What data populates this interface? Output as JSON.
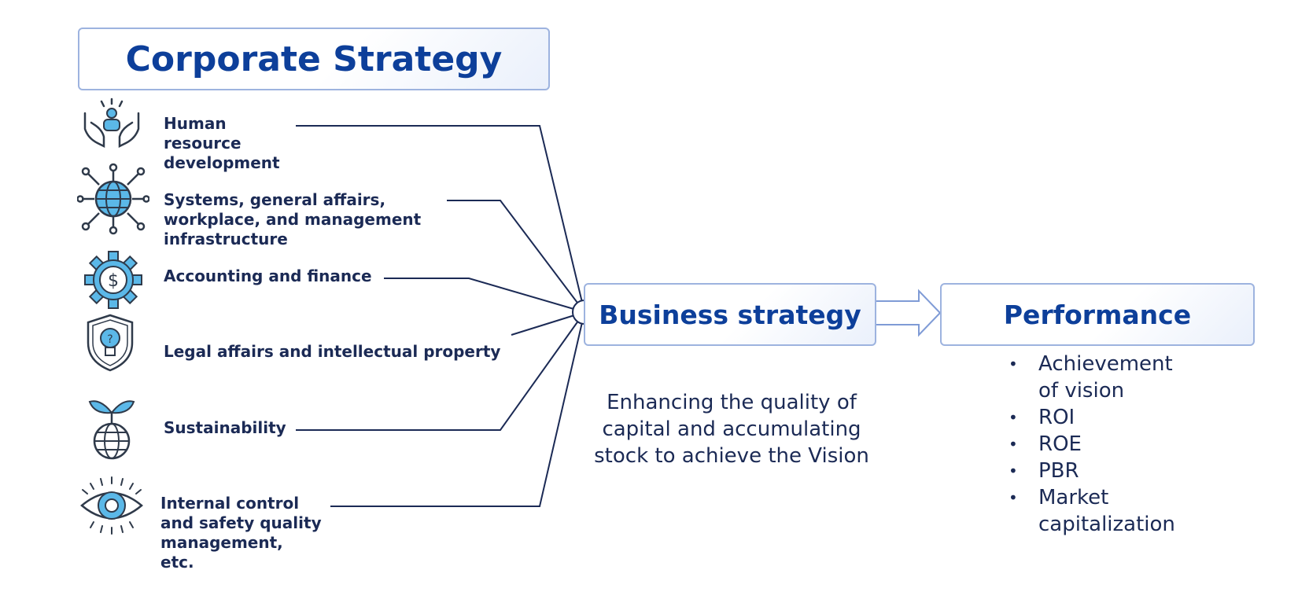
{
  "title": "Corporate Strategy",
  "functions": [
    {
      "icon": "helping-hands-person-icon",
      "label": "Human\nresource\ndevelopment"
    },
    {
      "icon": "globe-network-icon",
      "label": "Systems, general affairs,\nworkplace, and management\ninfrastructure"
    },
    {
      "icon": "gear-dollar-icon",
      "label": "Accounting and finance"
    },
    {
      "icon": "shield-lightbulb-icon",
      "label": "Legal affairs and intellectual property"
    },
    {
      "icon": "globe-sprout-icon",
      "label": "Sustainability"
    },
    {
      "icon": "eye-icon",
      "label": "Internal control\nand safety quality\nmanagement,\netc."
    }
  ],
  "business": {
    "title": "Business strategy",
    "description": "Enhancing the quality of\ncapital and accumulating\nstock to achieve the Vision"
  },
  "performance": {
    "title": "Performance",
    "items": [
      "Achievement\nof vision",
      "ROI",
      "ROE",
      "PBR",
      "Market\ncapitalization"
    ]
  },
  "colors": {
    "primary": "#0d3f9a",
    "icon_fill": "#5bb8e8",
    "line": "#1b2a55",
    "border": "#9db3df"
  }
}
